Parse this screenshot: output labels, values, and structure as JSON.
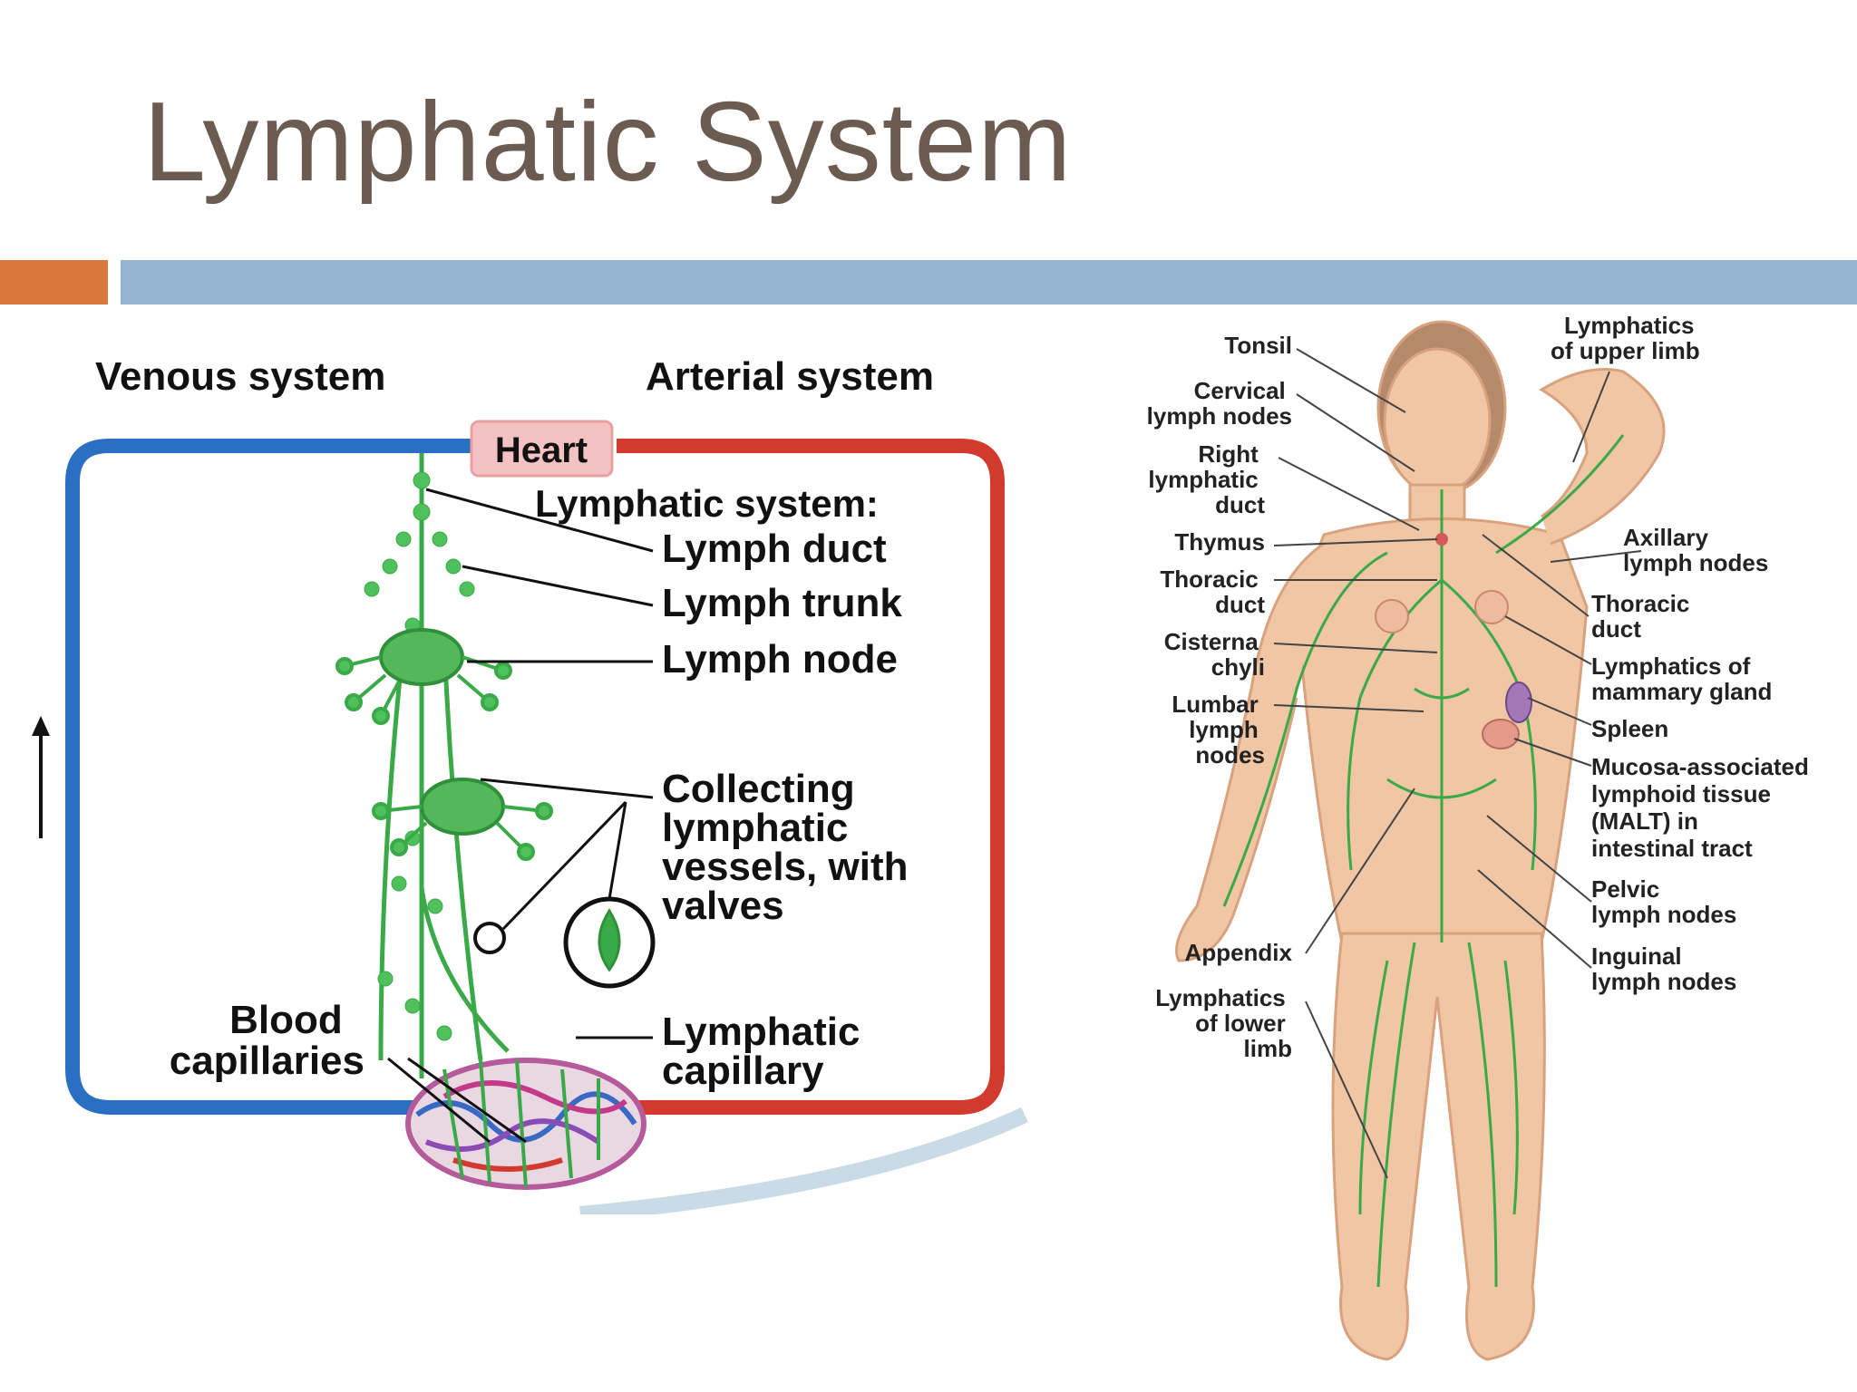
{
  "slide": {
    "title": "Lymphatic System"
  },
  "left_diagram": {
    "venous": "Venous system",
    "arterial": "Arterial system",
    "heart": "Heart",
    "lymphatic_heading": "Lymphatic system:",
    "lymph_duct": "Lymph duct",
    "lymph_trunk": "Lymph trunk",
    "lymph_node": "Lymph node",
    "collecting": [
      "Collecting",
      "lymphatic",
      "vessels, with",
      "valves"
    ],
    "blood_capillaries": [
      "Blood",
      "capillaries"
    ],
    "lymphatic_capillary": [
      "Lymphatic",
      "capillary"
    ]
  },
  "right_diagram": {
    "left_labels": [
      [
        "Tonsil"
      ],
      [
        "Cervical",
        "lymph nodes"
      ],
      [
        "Right",
        "lymphatic",
        "duct"
      ],
      [
        "Thymus"
      ],
      [
        "Thoracic",
        "duct"
      ],
      [
        "Cisterna",
        "chyli"
      ],
      [
        "Lumbar",
        "lymph",
        "nodes"
      ],
      [
        "Appendix"
      ],
      [
        "Lymphatics",
        "of lower",
        "limb"
      ]
    ],
    "right_labels": [
      [
        "Lymphatics",
        "of upper limb"
      ],
      [
        "Axillary",
        "lymph nodes"
      ],
      [
        "Thoracic",
        "duct"
      ],
      [
        "Lymphatics of",
        "mammary gland"
      ],
      [
        "Spleen"
      ],
      [
        "Mucosa-associated",
        "lymphoid tissue",
        "(MALT) in",
        "intestinal tract"
      ],
      [
        "Pelvic",
        "lymph nodes"
      ],
      [
        "Inguinal",
        "lymph nodes"
      ]
    ]
  },
  "colors": {
    "title": "#6b5b50",
    "accent_bar": "#d9783b",
    "main_bar": "#94b4cf",
    "vein": "#2a6fc2",
    "artery": "#d23a2e",
    "lymph": "#3aaa48",
    "heart_box": "#f4c2c2",
    "skin": "#f1c6a4"
  },
  "icons": [
    "up-arrow-icon"
  ]
}
